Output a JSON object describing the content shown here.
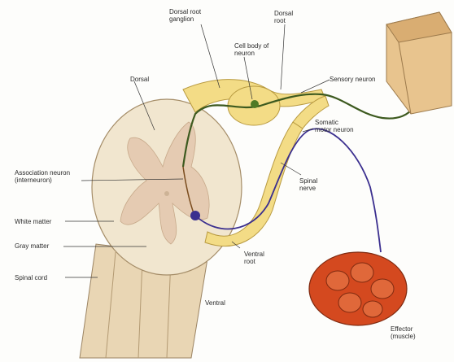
{
  "labels": {
    "dorsal_root_ganglion": [
      "Dorsal root",
      "ganglion"
    ],
    "dorsal_root": [
      "Dorsal",
      "root"
    ],
    "cell_body": [
      "Cell body of",
      "neuron"
    ],
    "dorsal": "Dorsal",
    "sensory_neuron": "Sensory neuron",
    "somatic_motor_neuron": [
      "Somatic",
      "motor neuron"
    ],
    "association_neuron": [
      "Association neuron",
      "(interneuron)"
    ],
    "white_matter": "White matter",
    "gray_matter": "Gray matter",
    "spinal_cord": "Spinal cord",
    "spinal_nerve": [
      "Spinal",
      "nerve"
    ],
    "ventral_root": [
      "Ventral",
      "root"
    ],
    "ventral": "Ventral",
    "effector": [
      "Effector",
      "(muscle)"
    ]
  },
  "colors": {
    "white_matter": "#f1e6cf",
    "gray_matter": "#e5cbb2",
    "root_yellow": "#f3dc86",
    "sensory_neuron": "#3d5a1f",
    "motor_neuron": "#3b2f8f",
    "muscle": "#d4491f",
    "skin": "#e8c48e"
  }
}
